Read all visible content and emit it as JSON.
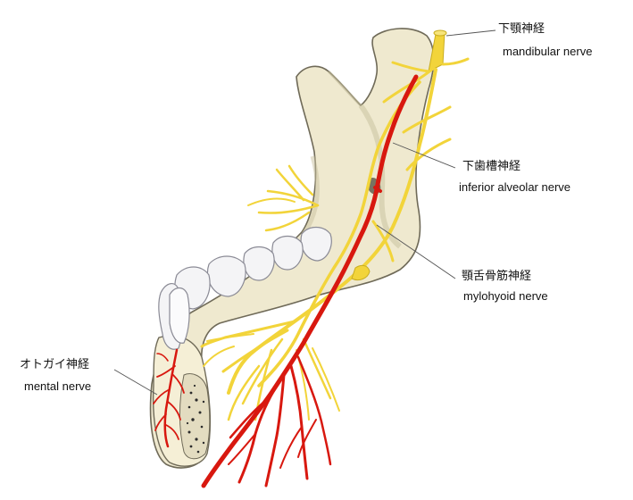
{
  "labels": {
    "mandibular": {
      "jp": "下顎神経",
      "en": "mandibular nerve"
    },
    "inferior_alveolar": {
      "jp": "下歯槽神経",
      "en": "inferior alveolar nerve"
    },
    "mylohyoid": {
      "jp": "顎舌骨筋神経",
      "en": "mylohyoid nerve"
    },
    "mental": {
      "jp": "オトガイ神経",
      "en": "mental nerve"
    }
  },
  "colors": {
    "bone": "#efe9cf",
    "bone_outline": "#6f6a58",
    "nerve": "#f2d43a",
    "artery": "#d8180f",
    "tooth": "#f4f4f6",
    "leader": "#555555"
  }
}
